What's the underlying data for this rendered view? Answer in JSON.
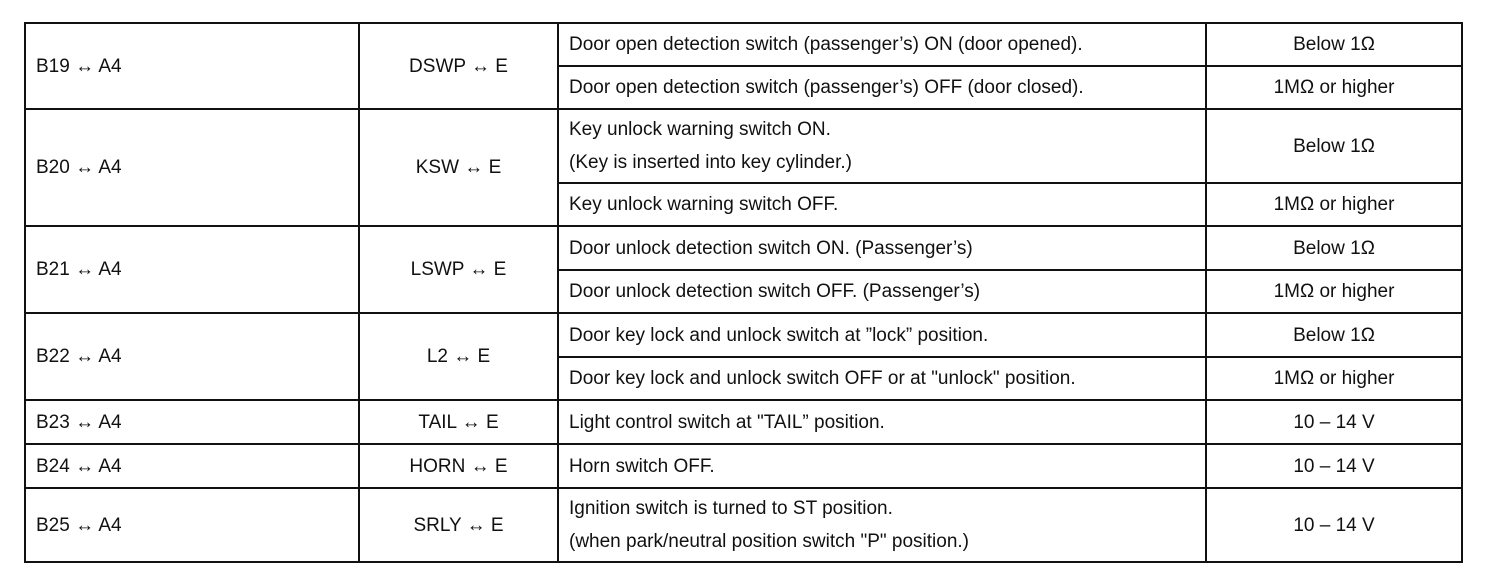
{
  "table": {
    "rows": [
      {
        "terminal": "B19 ↔ A4",
        "symbol": "DSWP ↔ E",
        "conditions": [
          {
            "lines": [
              "Door open detection switch (passenger’s) ON (door opened)."
            ],
            "value": "Below 1Ω"
          },
          {
            "lines": [
              "Door open detection switch (passenger’s) OFF (door closed)."
            ],
            "value": "1MΩ or higher"
          }
        ]
      },
      {
        "terminal": "B20 ↔ A4",
        "symbol": "KSW ↔ E",
        "conditions": [
          {
            "lines": [
              "Key unlock warning switch ON.",
              "(Key is inserted into key cylinder.)"
            ],
            "value": "Below 1Ω"
          },
          {
            "lines": [
              "Key unlock warning switch OFF."
            ],
            "value": "1MΩ or higher"
          }
        ]
      },
      {
        "terminal": "B21 ↔ A4",
        "symbol": "LSWP ↔ E",
        "conditions": [
          {
            "lines": [
              "Door unlock detection switch ON. (Passenger’s)"
            ],
            "value": "Below 1Ω"
          },
          {
            "lines": [
              "Door unlock detection switch OFF. (Passenger’s)"
            ],
            "value": "1MΩ or higher"
          }
        ]
      },
      {
        "terminal": "B22 ↔ A4",
        "symbol": "L2 ↔ E",
        "conditions": [
          {
            "lines": [
              "Door key lock and unlock switch at ”lock” position."
            ],
            "value": "Below 1Ω"
          },
          {
            "lines": [
              "Door key lock and unlock switch OFF or at \"unlock\" position."
            ],
            "value": "1MΩ or higher"
          }
        ]
      },
      {
        "terminal": "B23 ↔ A4",
        "symbol": "TAIL ↔ E",
        "conditions": [
          {
            "lines": [
              "Light control switch at \"TAIL” position."
            ],
            "value": "10 – 14 V"
          }
        ]
      },
      {
        "terminal": "B24 ↔ A4",
        "symbol": "HORN ↔ E",
        "conditions": [
          {
            "lines": [
              "Horn switch OFF."
            ],
            "value": "10 – 14 V"
          }
        ]
      },
      {
        "terminal": "B25 ↔ A4",
        "symbol": "SRLY ↔ E",
        "conditions": [
          {
            "lines": [
              "Ignition switch is turned to ST position.",
              "(when park/neutral position switch \"P\" position.)"
            ],
            "value": "10 – 14 V"
          }
        ]
      }
    ]
  }
}
